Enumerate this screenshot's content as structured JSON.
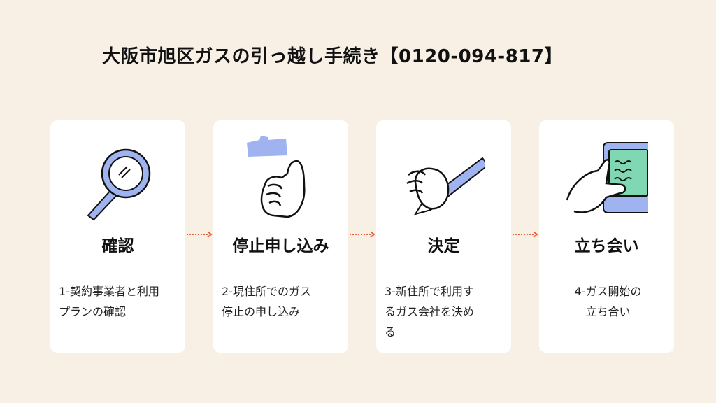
{
  "title": "大阪市旭区ガスの引っ越し手続き【0120-094-817】",
  "colors": {
    "background": "#f8efe5",
    "card": "#ffffff",
    "arrow": "#e4643c",
    "accent_blue": "#9eb3f0",
    "accent_green": "#7fd8b2"
  },
  "steps": [
    {
      "icon": "magnifier-icon",
      "title": "確認",
      "desc_lines": [
        "1-契約事業者と利用",
        "プランの確認"
      ]
    },
    {
      "icon": "hand-point-icon",
      "title": "停止申し込み",
      "desc_lines": [
        "2-現住所でのガス",
        "停止の申し込み"
      ]
    },
    {
      "icon": "hand-pen-icon",
      "title": "決定",
      "desc_lines": [
        "3-新住所で利用す",
        "るガス会社を決め",
        "る"
      ]
    },
    {
      "icon": "hand-tablet-icon",
      "title": "立ち会い",
      "desc_lines": [
        "4-ガス開始の",
        "立ち合い"
      ]
    }
  ]
}
